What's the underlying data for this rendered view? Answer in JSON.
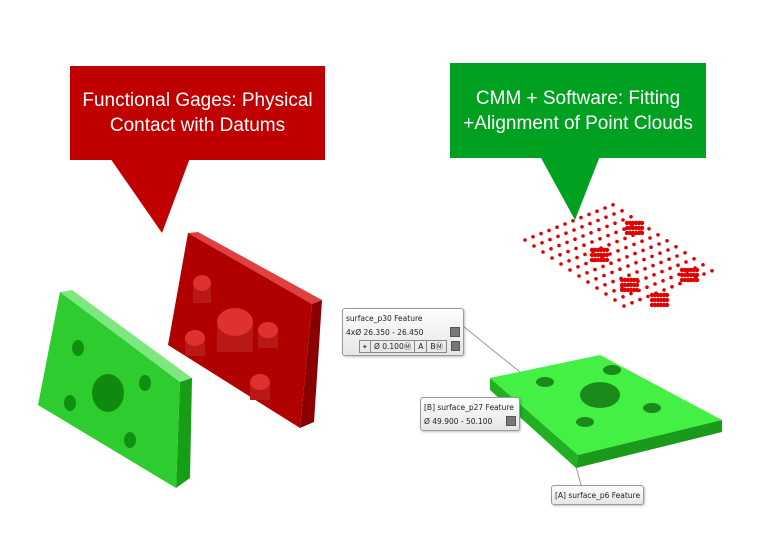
{
  "callouts": {
    "gages": {
      "text": "Functional Gages: Physical Contact with Datums",
      "color": "#c00000"
    },
    "cmm": {
      "text": "CMM + Software: Fitting +Alignment of Point Clouds",
      "color": "#00a020"
    }
  },
  "annotations": {
    "p30": {
      "title": "surface_p30 Feature",
      "size": "4xØ  26.350 - 26.450",
      "fcf": [
        "⌖",
        "Ø 0.100Ⓜ",
        "A",
        "BⓂ"
      ]
    },
    "p27": {
      "title": "[B] surface_p27 Feature",
      "size": "Ø  49.900 - 50.100"
    },
    "p6": {
      "title": "[A] surface_p6 Feature"
    }
  }
}
